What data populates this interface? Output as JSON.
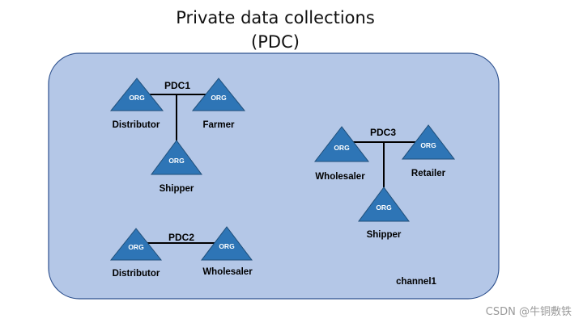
{
  "title": {
    "line1": "Private data collections",
    "line2": "(PDC)"
  },
  "colors": {
    "channel_fill": "#b4c7e7",
    "channel_stroke": "#2f528f",
    "org_fill": "#2e75b6",
    "org_stroke": "#1f4e79",
    "org_text": "#ffffff",
    "line": "#000000",
    "label": "#000000"
  },
  "channel": {
    "label": "channel1"
  },
  "org_text": "ORG",
  "pdc1": {
    "label": "PDC1",
    "orgs": [
      "Distributor",
      "Farmer",
      "Shipper"
    ]
  },
  "pdc2": {
    "label": "PDC2",
    "orgs": [
      "Distributor",
      "Wholesaler"
    ]
  },
  "pdc3": {
    "label": "PDC3",
    "orgs": [
      "Wholesaler",
      "Retailer",
      "Shipper"
    ]
  },
  "watermark": "CSDN @牛铜敷铁"
}
